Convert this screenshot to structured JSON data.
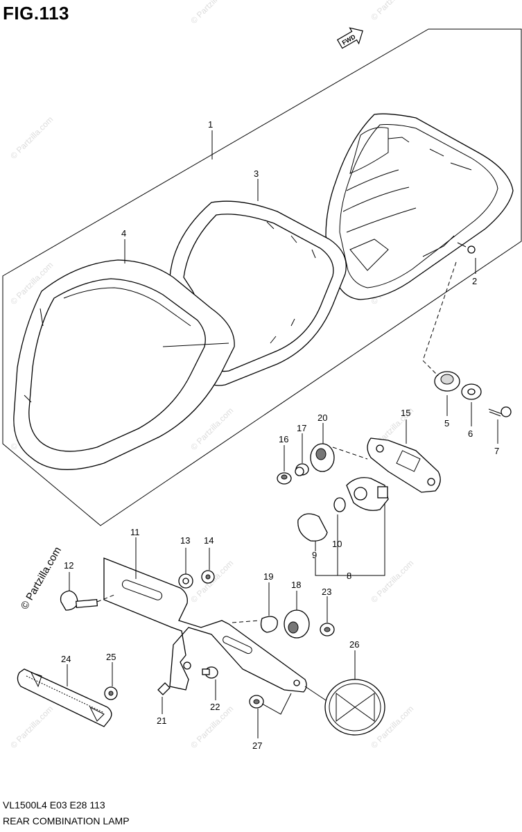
{
  "figure": {
    "title": "FIG.113"
  },
  "footer": {
    "code": "VL1500L4  E03  E28  113",
    "name": "REAR COMBINATION LAMP"
  },
  "watermark": {
    "text": "© Partzilla.com"
  },
  "direction_mark": {
    "text": "FWD"
  },
  "parts": [
    {
      "number": "1"
    },
    {
      "number": "2"
    },
    {
      "number": "3"
    },
    {
      "number": "4"
    },
    {
      "number": "5"
    },
    {
      "number": "6"
    },
    {
      "number": "7"
    },
    {
      "number": "8"
    },
    {
      "number": "9"
    },
    {
      "number": "10"
    },
    {
      "number": "11"
    },
    {
      "number": "12"
    },
    {
      "number": "13"
    },
    {
      "number": "14"
    },
    {
      "number": "15"
    },
    {
      "number": "16"
    },
    {
      "number": "17"
    },
    {
      "number": "18"
    },
    {
      "number": "19"
    },
    {
      "number": "20"
    },
    {
      "number": "21"
    },
    {
      "number": "22"
    },
    {
      "number": "23"
    },
    {
      "number": "24"
    },
    {
      "number": "25"
    },
    {
      "number": "26"
    },
    {
      "number": "27"
    }
  ]
}
